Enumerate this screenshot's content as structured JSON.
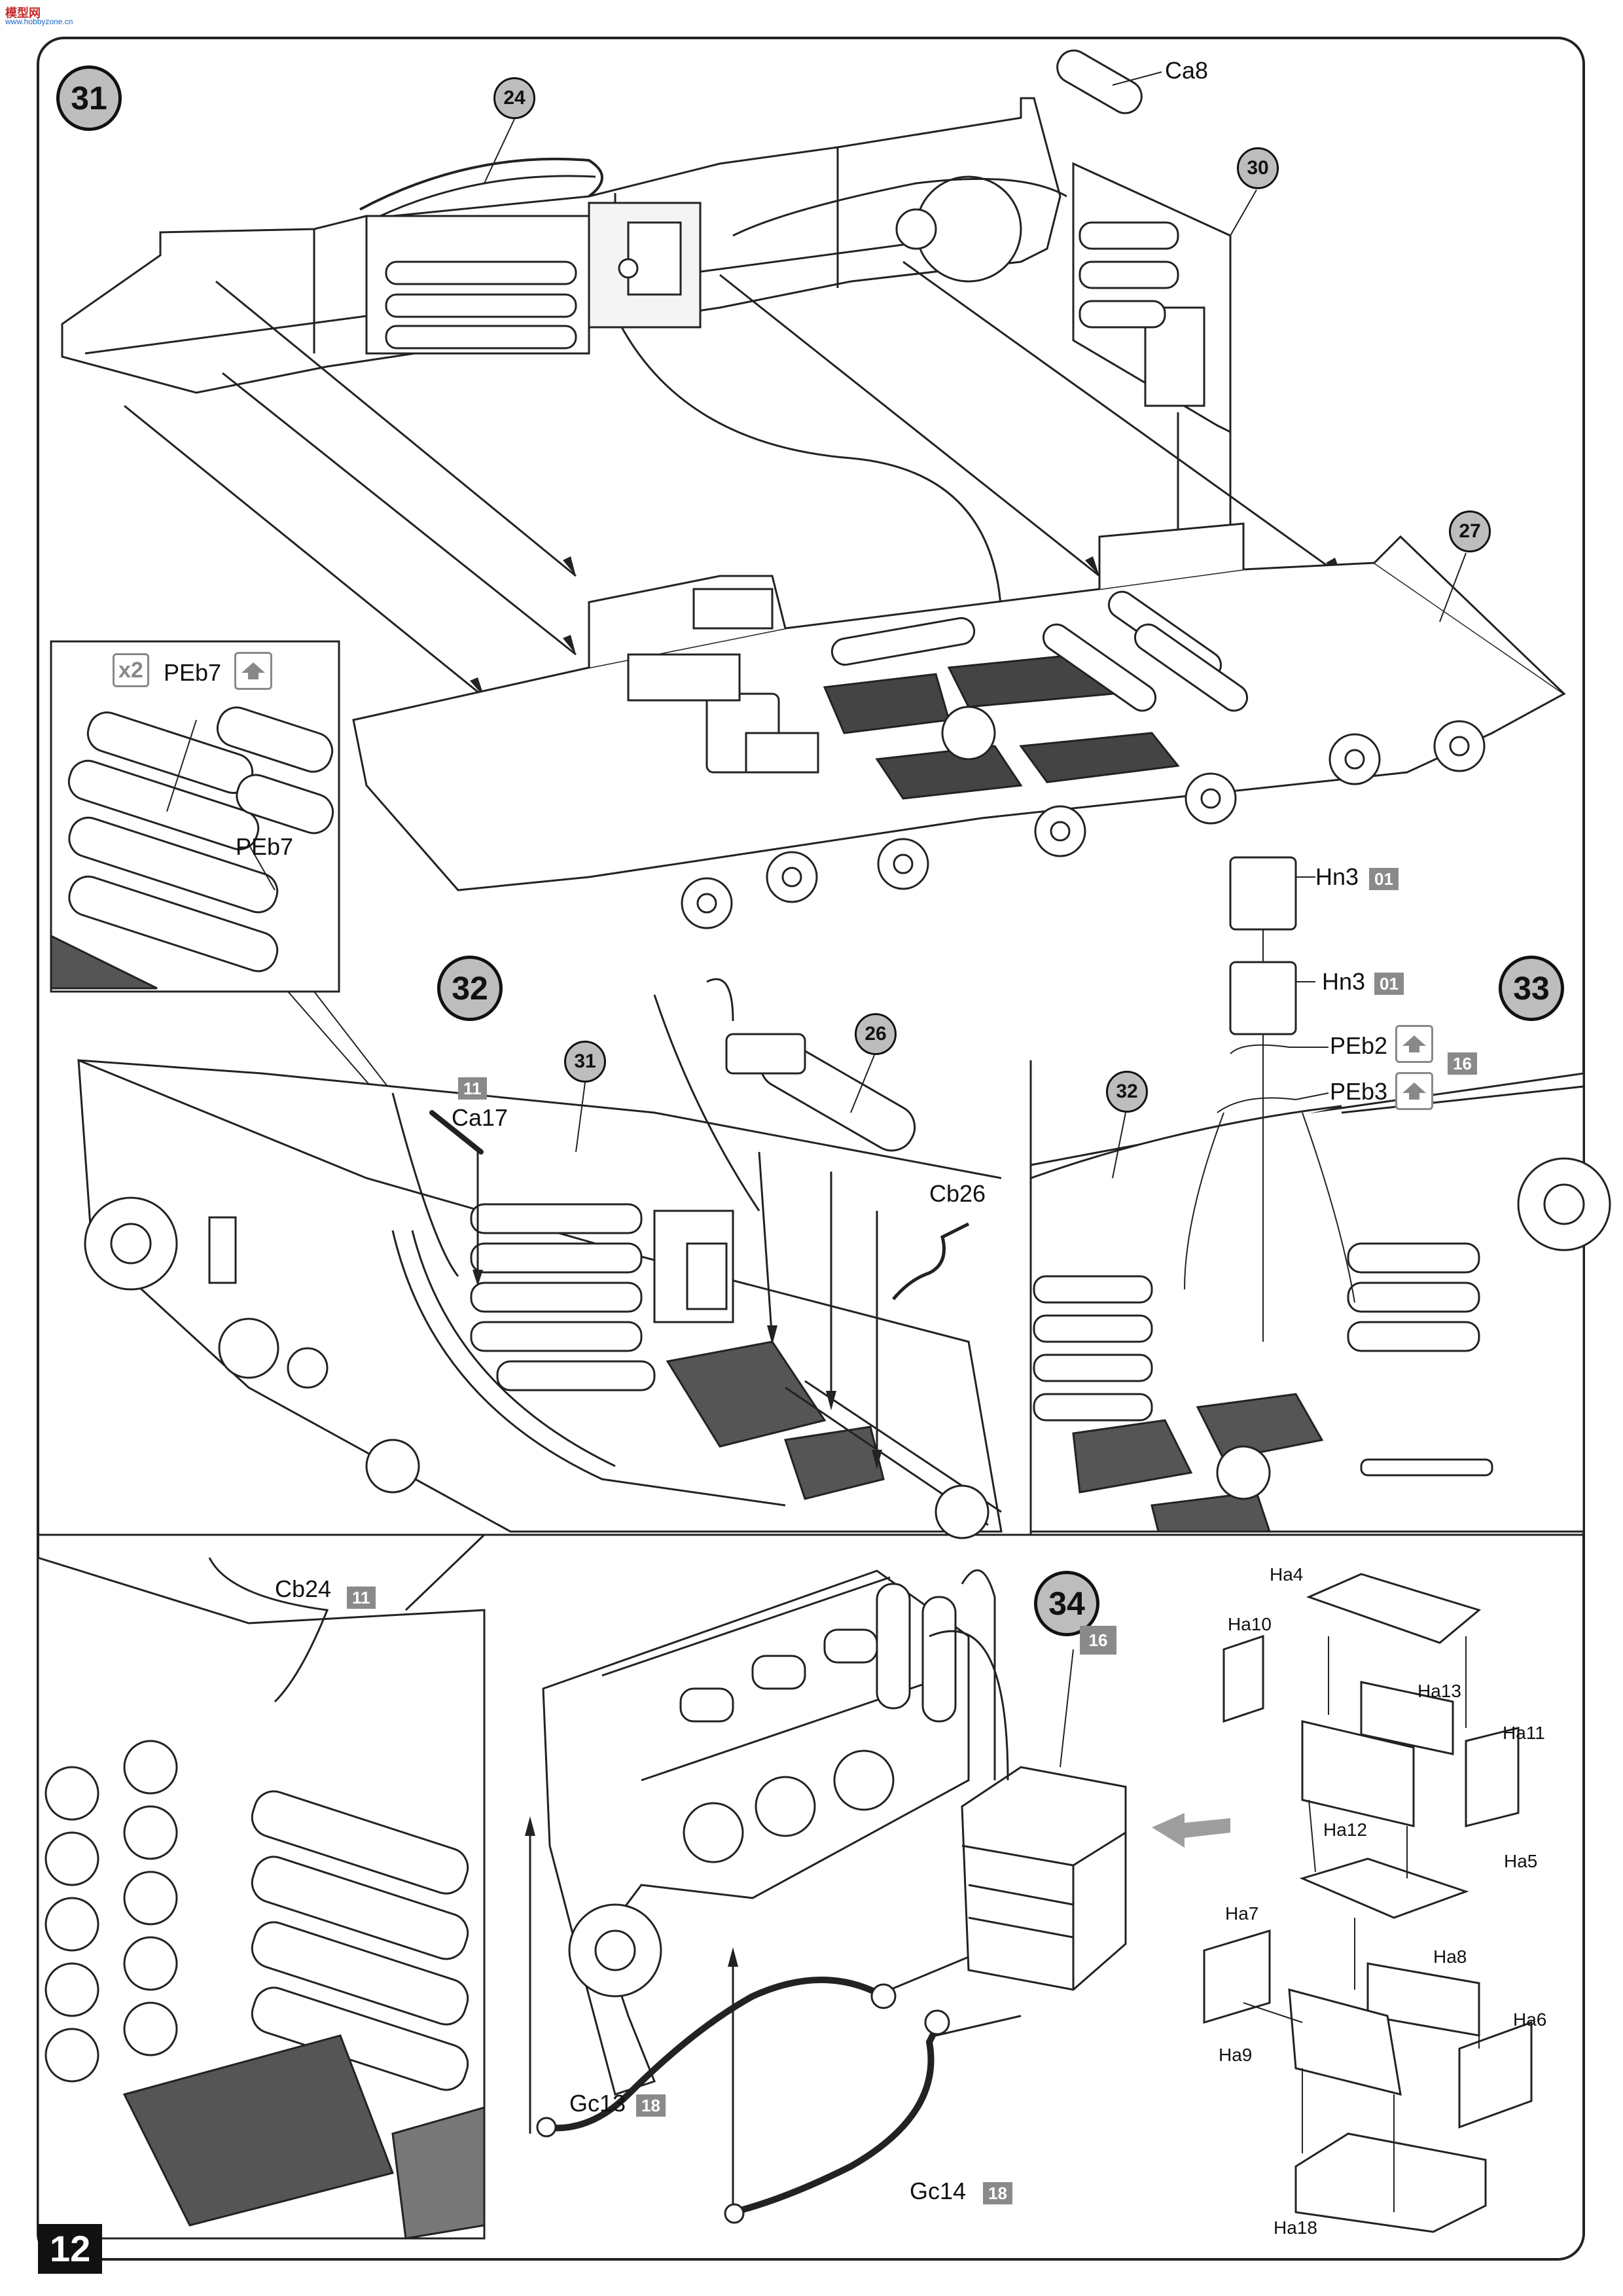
{
  "header": {
    "logo_text": "模型网",
    "logo_subtext": "www.hobbyzone.cn"
  },
  "page_number": "12",
  "steps": [
    {
      "id": "step-31",
      "number": "31"
    },
    {
      "id": "step-32",
      "number": "32"
    },
    {
      "id": "step-33",
      "number": "33"
    },
    {
      "id": "step-34",
      "number": "34"
    }
  ],
  "refs": {
    "r24": "24",
    "r30": "30",
    "r27": "27",
    "r31": "31",
    "r26": "26",
    "r32": "32",
    "r16": "16"
  },
  "parts": {
    "ca8": "Ca8",
    "peb7_a": "PEb7",
    "peb7_b": "PEb7",
    "x2": "x2",
    "ca17": "Ca17",
    "cb26": "Cb26",
    "hn3_a": "Hn3",
    "hn3_b": "Hn3",
    "peb2": "PEb2",
    "peb3": "PEb3",
    "cb24": "Cb24",
    "gc13": "Gc13",
    "gc14": "Gc14",
    "ha4": "Ha4",
    "ha10": "Ha10",
    "ha13": "Ha13",
    "ha11": "Ha11",
    "ha12": "Ha12",
    "ha5": "Ha5",
    "ha7": "Ha7",
    "ha8": "Ha8",
    "ha6": "Ha6",
    "ha9": "Ha9",
    "ha18": "Ha18"
  },
  "sprues": {
    "s11_a": "11",
    "s01_a": "01",
    "s01_b": "01",
    "s16_a": "16",
    "s11_b": "11",
    "s18_a": "18",
    "s18_b": "18"
  },
  "icons": {
    "photo_etch": "photo-etch-icon"
  }
}
